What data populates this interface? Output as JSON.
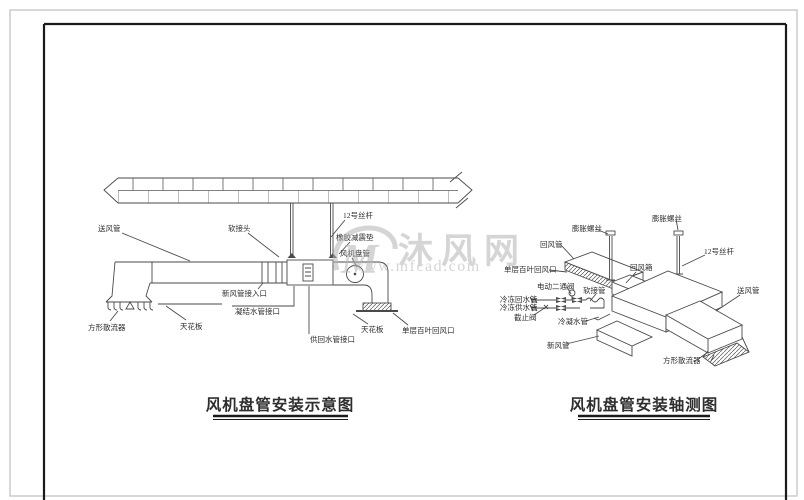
{
  "watermark": {
    "logo": "M",
    "site": "沐风网",
    "url": "www.mfcad.com"
  },
  "colors": {
    "line": "#4a4a4a",
    "frame": "#1a1a1a",
    "page_edge": "#c8c8c8",
    "watermark": "#b3b3b3"
  },
  "left": {
    "title": "风机盘管安装示意图",
    "labels": {
      "supply_duct": "送风管",
      "flex_joint": "软接头",
      "rod": "12号丝杆",
      "damper_pad": "橡胶减震垫",
      "fan_coil": "风机盘管",
      "fresh_air_inlet": "新风管接入口",
      "condensate_port": "凝结水管接口",
      "square_diffuser": "方形散流器",
      "ceiling_left": "天花板",
      "water_ports": "供回水管接口",
      "ceiling_right": "天花板",
      "return_grille": "单层百叶回风口"
    }
  },
  "right": {
    "title": "风机盘管安装轴测图",
    "labels": {
      "anchor_bolt_1": "膨胀螺丝",
      "anchor_bolt_2": "膨胀螺丝",
      "return_duct": "回风管",
      "return_grille": "单层百叶回风口",
      "motor_valve": "电动二通阀",
      "flex_pipe": "软接管",
      "chilled_return": "冷冻回水管",
      "chilled_supply": "冷冻供水管",
      "valve": "截止阀",
      "condensate_pipe": "冷凝水管",
      "fresh_air_duct": "新风管",
      "return_box": "回风箱",
      "rod": "12号丝杆",
      "supply_duct": "送风管",
      "square_diffuser": "方形散流器"
    }
  }
}
